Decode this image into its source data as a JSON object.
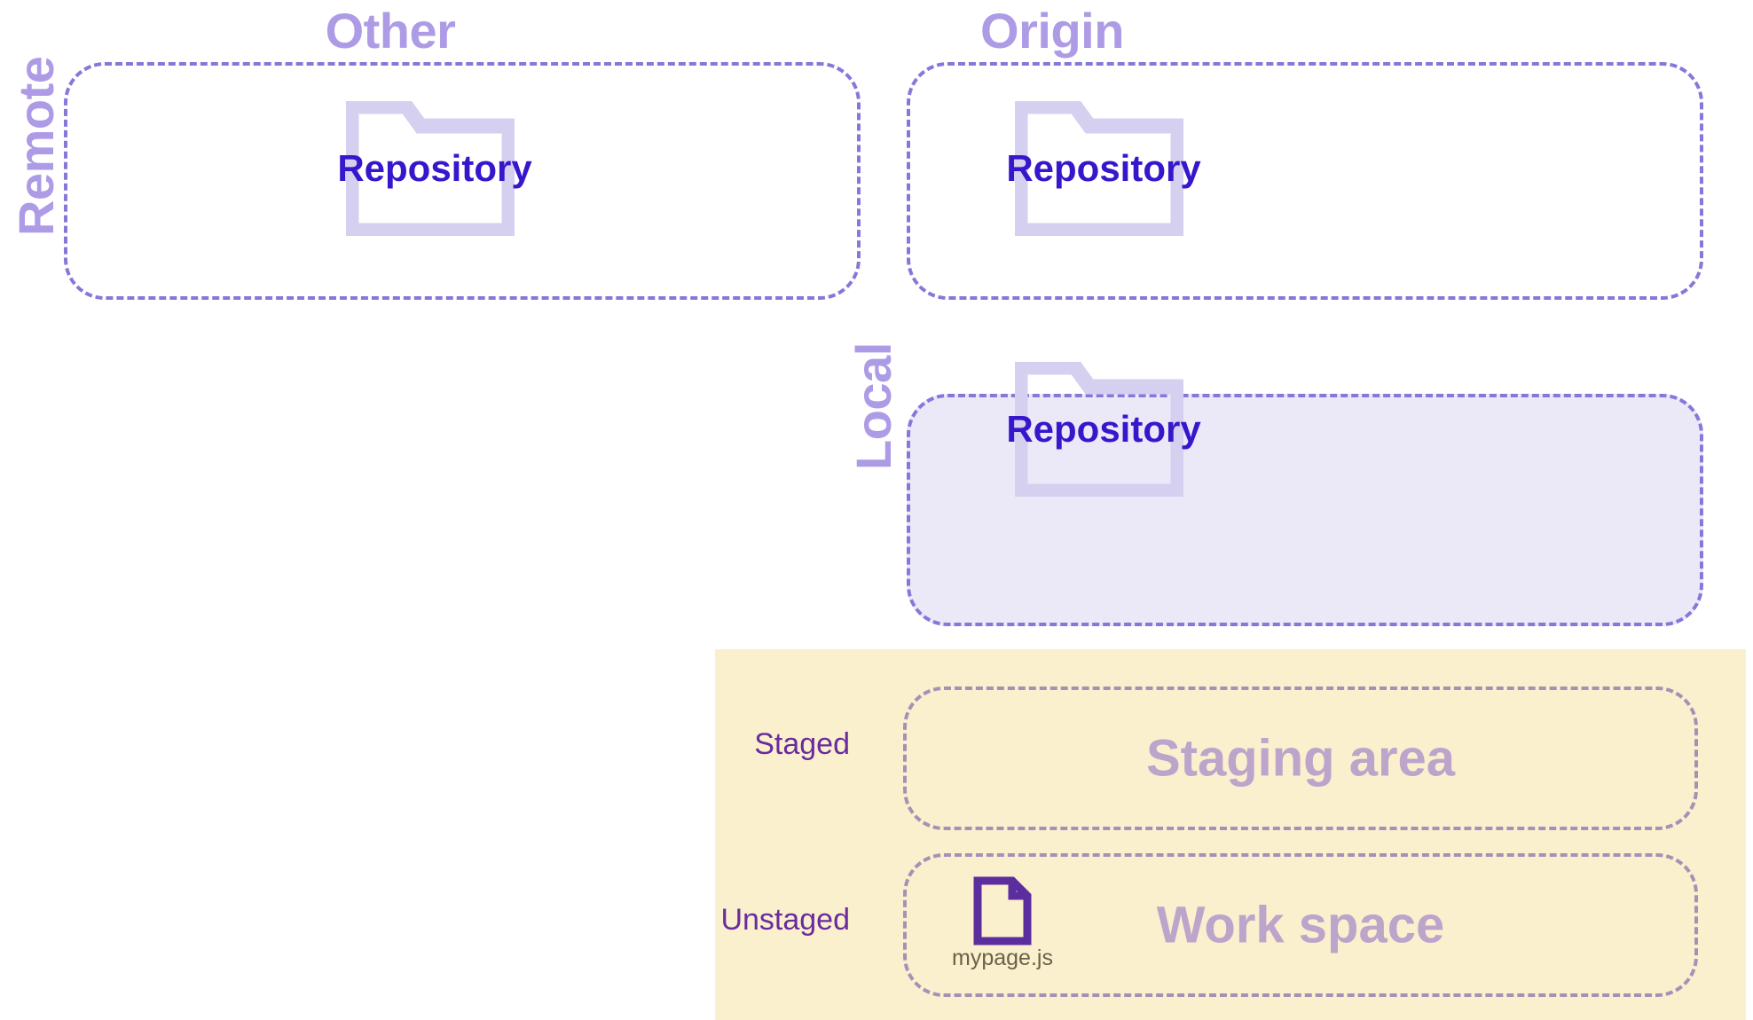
{
  "diagram": {
    "title": "Git areas diagram",
    "colors": {
      "zone_title": "#AE9BE6",
      "side_label": "#AE9BE6",
      "dashed_border": "#8578D9",
      "local_fill": "#EBE8F8",
      "workzone_fill": "#FAF0CE",
      "repository_text": "#3716CC",
      "folder_icon": "#D6D0F0",
      "inner_box_border": "#A492B6",
      "inner_box_title": "#BCA4CB",
      "row_label": "#6A2B9E",
      "file_icon": "#5C2D9E",
      "file_name": "#6B6147"
    }
  },
  "side_labels": {
    "remote": "Remote",
    "local": "Local"
  },
  "remote": {
    "zones": [
      {
        "title": "Other",
        "repository_label": "Repository",
        "icon": "folder-icon"
      },
      {
        "title": "Origin",
        "repository_label": "Repository",
        "icon": "folder-icon"
      }
    ]
  },
  "local": {
    "repository_label": "Repository",
    "icon": "folder-icon"
  },
  "workzone": {
    "rows": [
      {
        "row_label": "Staged",
        "area_title": "Staging area"
      },
      {
        "row_label": "Unstaged",
        "area_title": "Work space"
      }
    ],
    "file": {
      "name": "mypage.js",
      "icon": "file-icon"
    }
  }
}
